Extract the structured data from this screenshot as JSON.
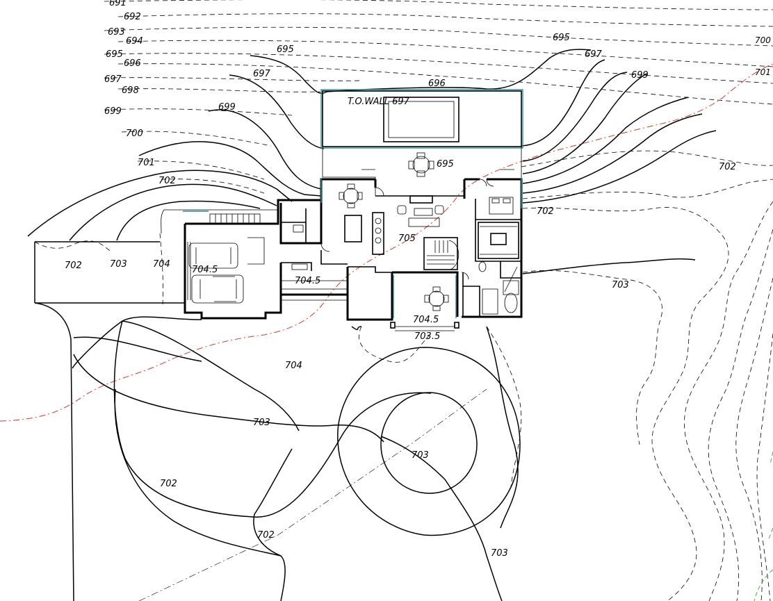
{
  "site_plan": {
    "existing_contour_labels": [
      {
        "id": "e691",
        "text": "691"
      },
      {
        "id": "e692",
        "text": "692"
      },
      {
        "id": "e693",
        "text": "693"
      },
      {
        "id": "e694",
        "text": "694"
      },
      {
        "id": "e695",
        "text": "695"
      },
      {
        "id": "e696",
        "text": "696"
      },
      {
        "id": "e697",
        "text": "697"
      },
      {
        "id": "e698",
        "text": "698"
      },
      {
        "id": "e699",
        "text": "699"
      },
      {
        "id": "e700",
        "text": "700"
      },
      {
        "id": "e701",
        "text": "701"
      },
      {
        "id": "e702",
        "text": "702"
      },
      {
        "id": "e702r",
        "text": "702"
      },
      {
        "id": "e700r",
        "text": "700"
      },
      {
        "id": "e701r",
        "text": "701"
      }
    ],
    "proposed_contour_labels": [
      {
        "id": "p695",
        "text": "695"
      },
      {
        "id": "p696",
        "text": "696"
      },
      {
        "id": "p697",
        "text": "697"
      },
      {
        "id": "p699",
        "text": "699"
      },
      {
        "id": "p695r",
        "text": "695"
      },
      {
        "id": "p697r",
        "text": "697"
      },
      {
        "id": "p699r",
        "text": "699"
      },
      {
        "id": "p702r",
        "text": "702"
      },
      {
        "id": "p702",
        "text": "702"
      },
      {
        "id": "p703",
        "text": "703"
      },
      {
        "id": "p704",
        "text": "704"
      },
      {
        "id": "p703e",
        "text": "703"
      },
      {
        "id": "p704b",
        "text": "704"
      },
      {
        "id": "p703b",
        "text": "703"
      },
      {
        "id": "p703c",
        "text": "703"
      },
      {
        "id": "p702b",
        "text": "702"
      },
      {
        "id": "p702c",
        "text": "702"
      },
      {
        "id": "p703d",
        "text": "703"
      }
    ],
    "elevation_labels": {
      "wall_top": "T.O.WALL 697",
      "pool_terrace": "695",
      "main_floor": "705",
      "garage_floor": "704.5",
      "mudroom": "704.5",
      "porch": "704.5",
      "porch_step": "703.5"
    },
    "colors": {
      "linework": "#000000",
      "property_line": "#d43a2a",
      "wall_highlight": "#2a8f96",
      "vegetation": "#2fae2f",
      "background": "#ffffff"
    }
  }
}
